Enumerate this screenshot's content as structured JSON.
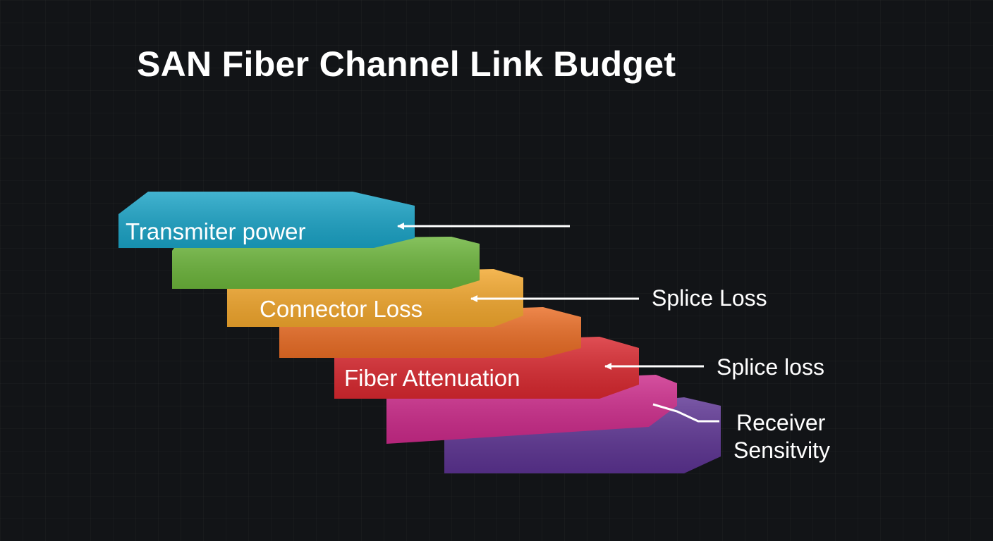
{
  "title": "SAN Fiber Channel Link Budget",
  "colors": {
    "teal": "#1aa3c6",
    "green": "#6cb53b",
    "yellow": "#f2a72d",
    "orange": "#ea6d25",
    "red": "#d9282f",
    "magenta": "#cc2a8a",
    "purple": "#5c3392"
  },
  "steps": [
    {
      "label": "Transmiter power"
    },
    {
      "label": ""
    },
    {
      "label": "Connector Loss"
    },
    {
      "label": ""
    },
    {
      "label": "Fiber Attenuation"
    },
    {
      "label": ""
    },
    {
      "label": ""
    }
  ],
  "annotations": {
    "splice_loss_1": "Splice Loss",
    "splice_loss_2": "Splice loss",
    "receiver_line1": "Receiver",
    "receiver_line2": "Sensitvity"
  }
}
